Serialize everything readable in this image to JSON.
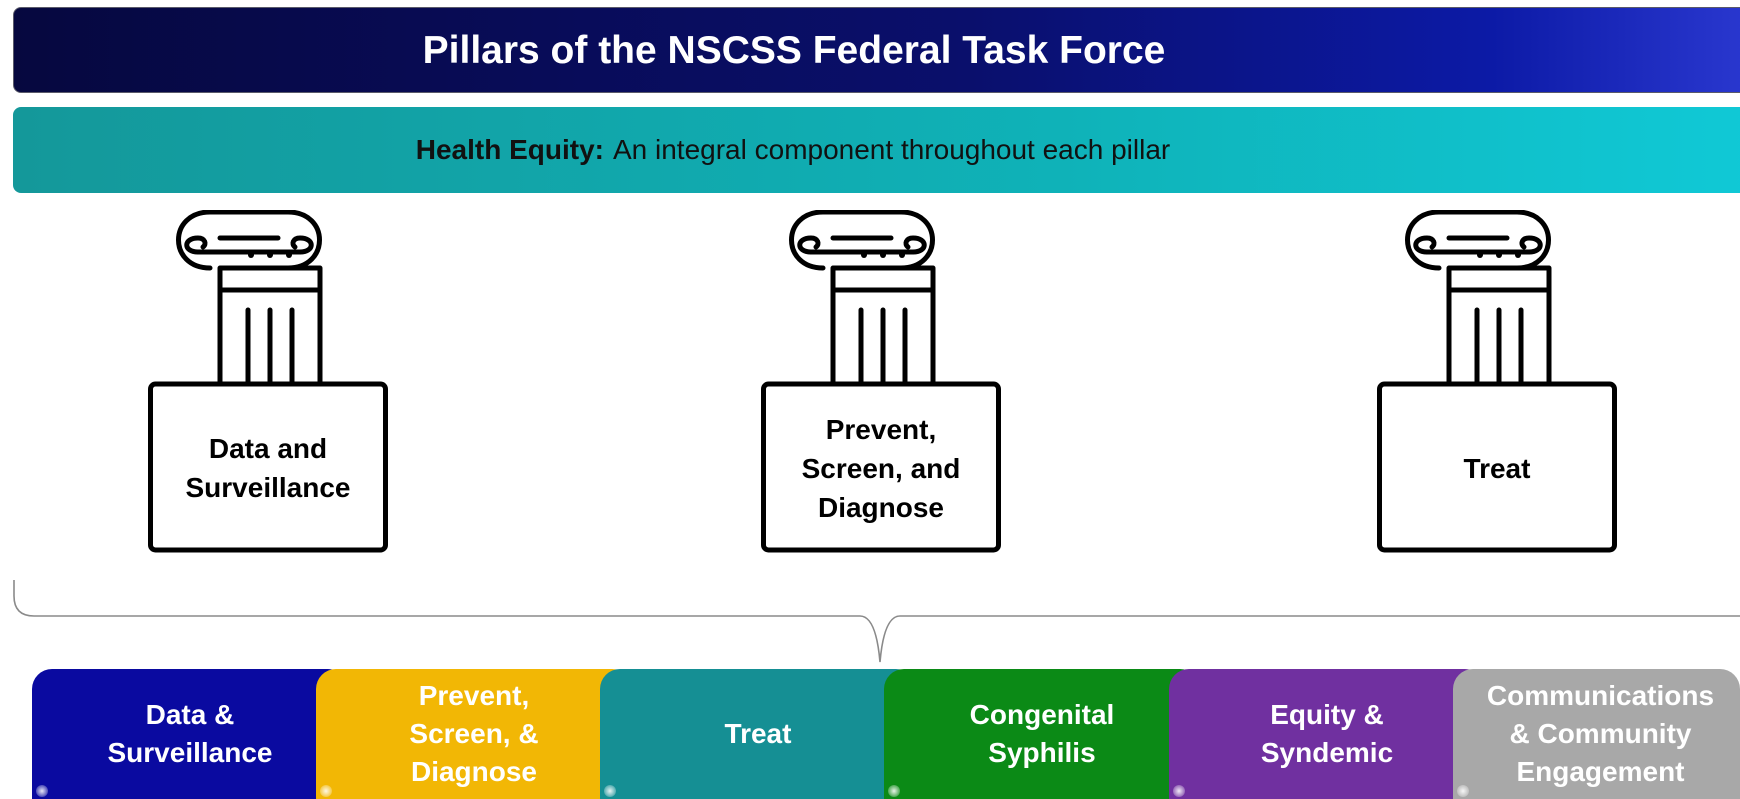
{
  "header": {
    "title": "Pillars of the NSCSS Federal Task Force"
  },
  "equity": {
    "label": "Health Equity:",
    "text": "An integral component throughout each pillar"
  },
  "pillars": [
    {
      "label": "Data and\nSurveillance"
    },
    {
      "label": "Prevent,\nScreen, and\nDiagnose"
    },
    {
      "label": "Treat"
    }
  ],
  "tabs": [
    {
      "label": "Data &\nSurveillance",
      "color": "#0a0aa0"
    },
    {
      "label": "Prevent,\nScreen, &\nDiagnose",
      "color": "#f2b705"
    },
    {
      "label": "Treat",
      "color": "#158f94"
    },
    {
      "label": "Congenital\nSyphilis",
      "color": "#0b8a16"
    },
    {
      "label": "Equity &\nSyndemic",
      "color": "#7030a0"
    },
    {
      "label": "Communications\n& Community\nEngagement",
      "color": "#a8a8a8"
    }
  ],
  "colors": {
    "title_bar": "#0a0f6c",
    "equity_bar": "#10b5bd",
    "pillar_stroke": "#000000"
  },
  "icons": [
    "column-capital-icon",
    "brace-icon"
  ]
}
